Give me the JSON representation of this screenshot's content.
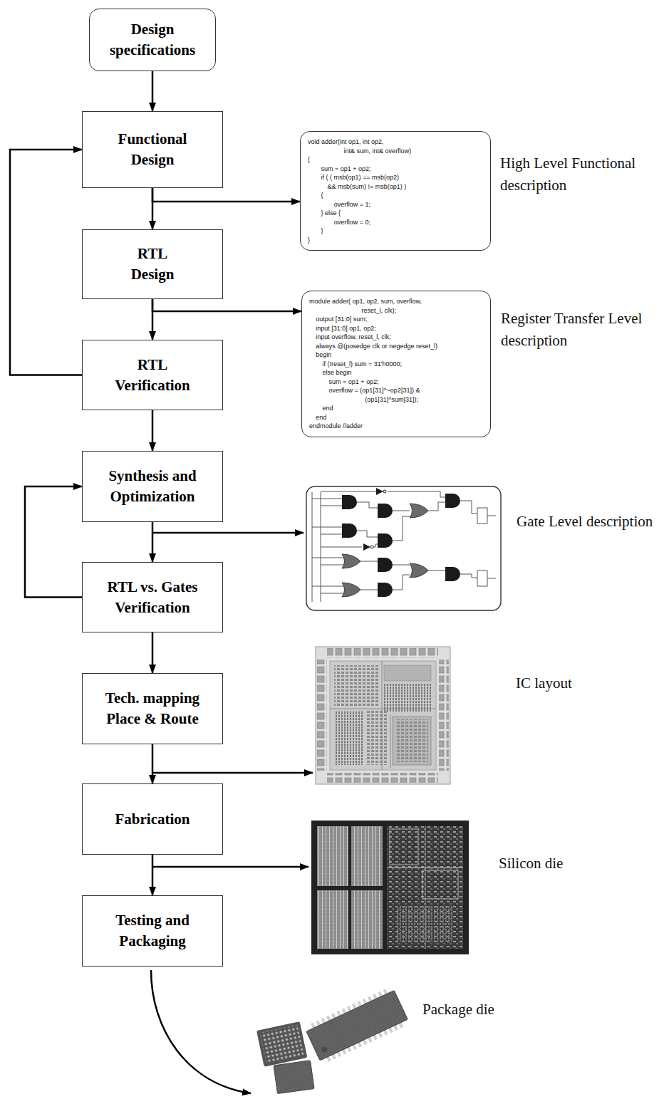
{
  "diagram": {
    "nodes": [
      {
        "text": [
          "Design specifications"
        ]
      },
      {
        "text": [
          "Functional Design"
        ]
      },
      {
        "text": [
          "RTL Design"
        ]
      },
      {
        "text": [
          "RTL Verification"
        ]
      },
      {
        "text": [
          "Synthesis and Optimization"
        ]
      },
      {
        "text": [
          "RTL vs. Gates Verification"
        ]
      },
      {
        "text": [
          "Tech. mapping Place & Route"
        ]
      },
      {
        "text": [
          "Fabrication"
        ]
      },
      {
        "text": [
          "Testing and Packaging"
        ]
      },
      {
        "text": [
          "void adder(int op1, int op2,",
          "int& sum, int& overflow)",
          "{",
          "sum = op1 + op2;",
          "if ( ( msb(op1) == msb(op2)",
          "&& msb(sum) != msb(op1) )",
          "{",
          "overflow = 1;",
          "} else {",
          "overflow = 0;",
          "}",
          "}"
        ]
      },
      {
        "text": [
          "module adder( op1, op2, sum, overflow,",
          "reset_l, clk);",
          "output [31:0] sum;",
          "input [31:0] op1, op2;",
          "input overflow, reset_l, clk;",
          "always @(posedge clk or negedge reset_l)",
          "begin",
          "if (!reset_l) sum = 31'h0000;",
          "else begin",
          "sum = op1 + op2;",
          "overflow = (op1[31]^~op2[31]) &",
          "(op1[31]^sum[31]);",
          "end",
          "end",
          "endmodule //adder"
        ]
      }
    ],
    "edges": [
      {
        "from": 0,
        "to": 1,
        "arrow": "to"
      },
      {
        "from": 1,
        "to": 2,
        "arrow": "to"
      },
      {
        "from": 1,
        "to": 9,
        "arrow": "to"
      },
      {
        "from": 2,
        "to": 3,
        "arrow": "to"
      },
      {
        "from": 2,
        "to": 10,
        "arrow": "to"
      },
      {
        "from": 3,
        "to": 4,
        "arrow": "to"
      },
      {
        "from": 3,
        "to": 1,
        "arrow": "to"
      },
      {
        "from": 4,
        "to": 5,
        "arrow": "to"
      },
      {
        "from": 5,
        "to": 6,
        "arrow": "to"
      },
      {
        "from": 5,
        "to": 4,
        "arrow": "to"
      },
      {
        "from": 6,
        "to": 7,
        "arrow": "to"
      },
      {
        "from": 7,
        "to": 8,
        "arrow": "to"
      }
    ],
    "labels": [
      "High Level Functional description",
      "Register Transfer Level description",
      "Gate Level description",
      "IC layout",
      "Silicon die",
      "Package die"
    ]
  }
}
